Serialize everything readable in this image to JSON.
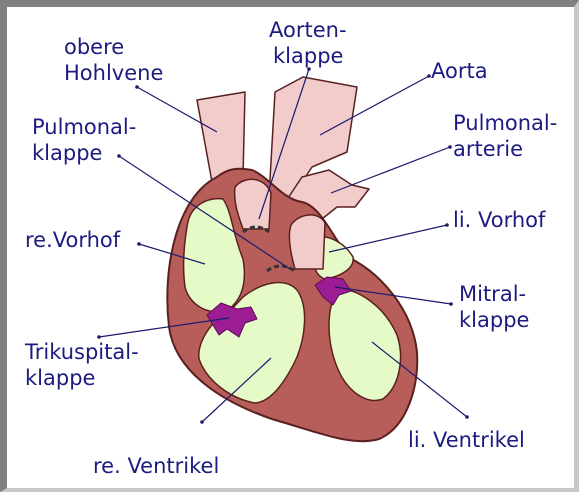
{
  "colors": {
    "label_text": "#1b1b80",
    "leader_line": "#1b1b6e",
    "heart_wall": "#b85e5a",
    "heart_wall_stroke": "#5a2020",
    "chamber_fill": "#e6fac8",
    "vessel_fill": "#f2cccb",
    "valve_fill": "#9c1c94",
    "frame_gray": "#808080"
  },
  "labels": {
    "obere_hohlvene": [
      "obere",
      "Hohlvene"
    ],
    "aortenklappe": [
      "Aorten-",
      "klappe"
    ],
    "aorta": [
      "Aorta"
    ],
    "pulmonalklappe": [
      "Pulmonal-",
      "klappe"
    ],
    "pulmonalarterie": [
      "Pulmonal-",
      "arterie"
    ],
    "re_vorhof": [
      "re.Vorhof"
    ],
    "li_vorhof": [
      "li. Vorhof"
    ],
    "mitralklappe": [
      "Mitral-",
      "klappe"
    ],
    "trikuspitalklappe": [
      "Trikuspital-",
      "klappe"
    ],
    "li_ventrikel": [
      "li. Ventrikel"
    ],
    "re_ventrikel": [
      "re. Ventrikel"
    ]
  },
  "icons": [
    "heart-anatomy-illustration"
  ]
}
